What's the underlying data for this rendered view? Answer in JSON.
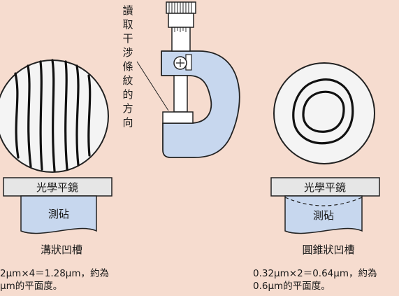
{
  "vertical_label": "讀取干涉條紋的方向",
  "left_panel": {
    "flat_label": "光學平鏡",
    "anvil_label": "測砧",
    "caption": "溝狀凹槽",
    "result_line1": "2μm×4＝1.28μm，約為",
    "result_line2": "μm的平面度。"
  },
  "right_panel": {
    "flat_label": "光學平鏡",
    "anvil_label": "測砧",
    "caption": "圓錐狀凹槽",
    "result_line1": "0.32μm×2＝0.64μm，約為",
    "result_line2": "0.6μm的平面度。"
  },
  "colors": {
    "background": "#f6dccf",
    "micrometer_fill": "#c7d7ee",
    "flat_fill": "#e6e6e6",
    "anvil_fill": "#c7d7ee",
    "circle_fill": "#f4f4f4",
    "outline": "#222222"
  }
}
